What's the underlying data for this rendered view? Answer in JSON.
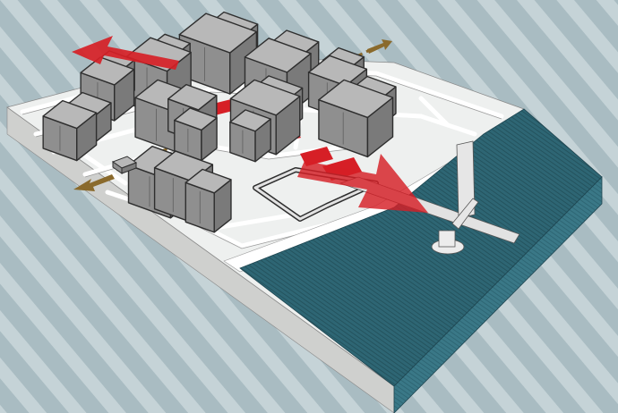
{
  "colors": {
    "background": "#a9bcc2",
    "background_stripe": "#c5d3d7",
    "site_top": "#eef0ef",
    "site_side": "#d6d7d5",
    "site_front": "#c7c8c6",
    "road": "#ffffff",
    "building_top": "#b8b8b8",
    "building_side": "#8f8f8f",
    "building_outline": "#2e2e2e",
    "water": "#2e6674",
    "water_dark": "#24535e",
    "water_side": "#3a7887",
    "axis_red": "#d61f26",
    "axis_brown": "#8a6a2c",
    "pier": "#e2e2e2"
  },
  "diagram": {
    "elements": [
      {
        "name": "site-platform",
        "icon": "platform-block"
      },
      {
        "name": "residential-buildings",
        "icon": "building-cluster"
      },
      {
        "name": "waterfront",
        "icon": "water-body"
      },
      {
        "name": "main-axis-arrow",
        "icon": "red-arrow"
      },
      {
        "name": "secondary-axis-arrows",
        "icon": "brown-arrow"
      },
      {
        "name": "pier-structure",
        "icon": "pier"
      }
    ]
  }
}
